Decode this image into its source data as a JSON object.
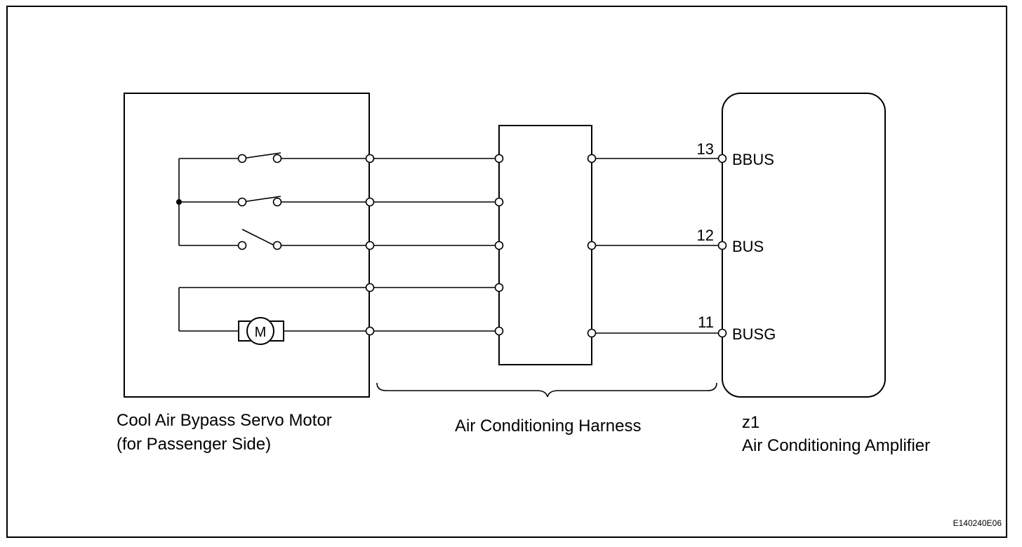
{
  "components": {
    "servo_motor": {
      "line1": "Cool Air Bypass Servo Motor",
      "line2": "(for Passenger Side)",
      "motor_symbol": "M"
    },
    "harness": {
      "label": "Air Conditioning Harness"
    },
    "amplifier": {
      "connector": "z1",
      "label": "Air Conditioning Amplifier"
    }
  },
  "pins": [
    {
      "number": "13",
      "name": "BBUS"
    },
    {
      "number": "12",
      "name": "BUS"
    },
    {
      "number": "11",
      "name": "BUSG"
    }
  ],
  "figure_code": "E140240E06"
}
